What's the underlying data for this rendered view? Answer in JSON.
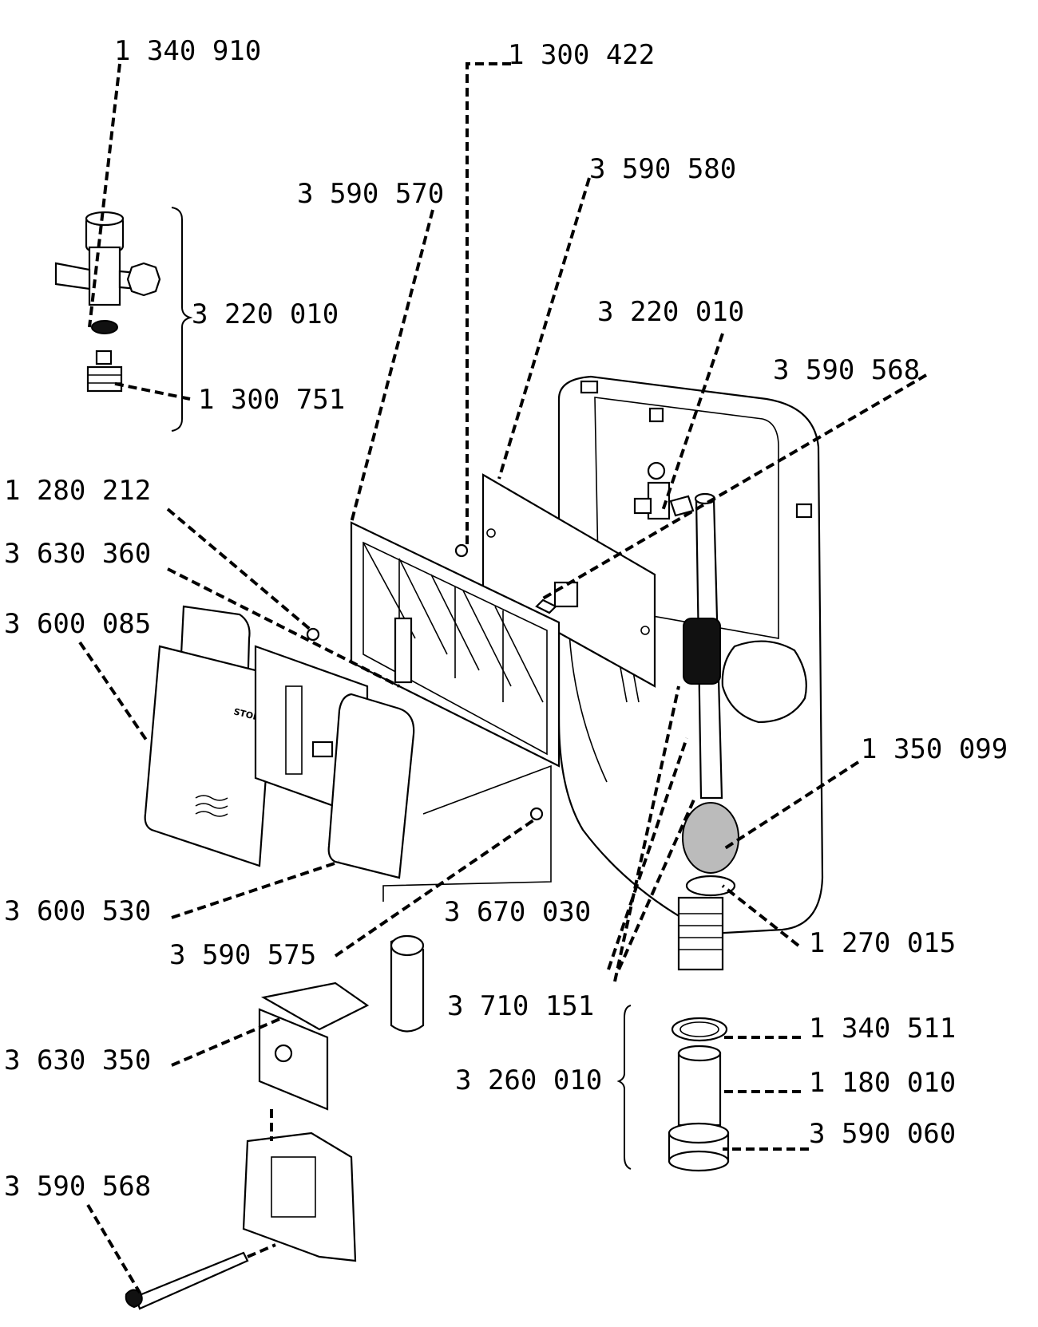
{
  "labels": {
    "l1340910": "1 340 910",
    "l1300422": "1 300 422",
    "l3590580": "3 590 580",
    "l3590570": "3 590 570",
    "l3220010_left": "3 220 010",
    "l3220010_right": "3 220 010",
    "l3590568_top": "3 590 568",
    "l1300751": "1 300 751",
    "l1280212": "1 280 212",
    "l3630360": "3 630 360",
    "l3600085": "3 600 085",
    "l1350099": "1 350 099",
    "l3600530": "3 600 530",
    "l3670030": "3 670 030",
    "l1270015": "1 270 015",
    "l3590575": "3 590 575",
    "l3710151": "3 710 151",
    "l1340511": "1 340 511",
    "l3630350": "3 630 350",
    "l3260010": "3 260 010",
    "l1180010": "1 180 010",
    "l3590060": "3 590 060",
    "l3590568_bottom": "3 590 568"
  },
  "cover": {
    "stop_text": "STOP"
  }
}
